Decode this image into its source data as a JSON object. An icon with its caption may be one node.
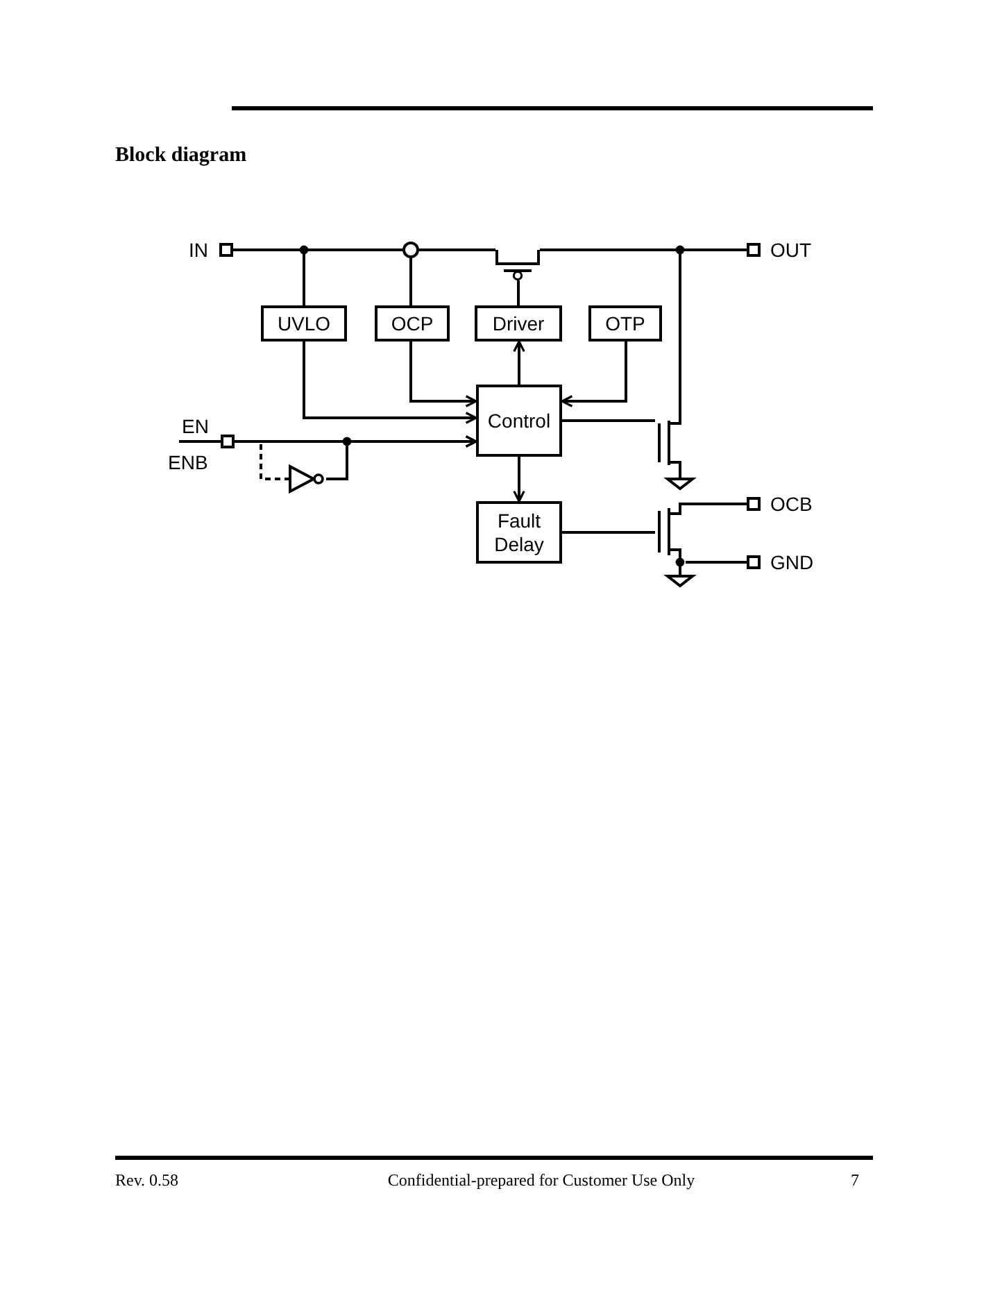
{
  "diagram": {
    "title": "Block diagram",
    "nodes": [
      {
        "text": [],
        "shape": "box",
        "beside": [
          "IN"
        ]
      },
      {
        "text": [],
        "shape": "transistor"
      },
      {
        "text": [],
        "shape": "box",
        "beside": [
          "OUT"
        ]
      },
      {
        "text": [
          "UVLO"
        ]
      },
      {
        "text": [
          "OCP"
        ]
      },
      {
        "text": [
          "Driver"
        ]
      },
      {
        "text": [
          "OTP"
        ]
      },
      {
        "text": [
          "Control"
        ]
      },
      {
        "text": [],
        "shape": "box",
        "beside": [
          "EN",
          "ENB"
        ]
      },
      {
        "text": [],
        "shape": "transistor"
      },
      {
        "text": [],
        "shape": "triangle"
      },
      {
        "text": [
          "Fault Delay"
        ]
      },
      {
        "text": [],
        "shape": "box",
        "beside": [
          "OCB"
        ]
      },
      {
        "text": [],
        "shape": "transistor"
      },
      {
        "text": [],
        "shape": "box",
        "beside": [
          "GND"
        ]
      }
    ],
    "edges": [
      {
        "from": 0,
        "to": 1,
        "arrow": "none"
      },
      {
        "from": 1,
        "to": 2,
        "arrow": "none"
      },
      {
        "from": 0,
        "to": 3,
        "arrow": "none"
      },
      {
        "from": 0,
        "to": 4,
        "arrow": "none"
      },
      {
        "from": 3,
        "to": 7,
        "arrow": "to"
      },
      {
        "from": 4,
        "to": 7,
        "arrow": "to"
      },
      {
        "from": 6,
        "to": 7,
        "arrow": "to"
      },
      {
        "from": 7,
        "to": 5,
        "arrow": "to"
      },
      {
        "from": 5,
        "to": 1,
        "arrow": "none"
      },
      {
        "from": 2,
        "to": 9,
        "arrow": "none"
      },
      {
        "from": 7,
        "to": 9,
        "arrow": "none"
      },
      {
        "from": 8,
        "to": 7,
        "arrow": "to"
      },
      {
        "from": 8,
        "to": 10,
        "arrow": "none",
        "style": "dashed"
      },
      {
        "from": 10,
        "to": 7,
        "arrow": "to"
      },
      {
        "from": 7,
        "to": 11,
        "arrow": "to"
      },
      {
        "from": 11,
        "to": 13,
        "arrow": "none"
      },
      {
        "from": 13,
        "to": 12,
        "arrow": "none"
      },
      {
        "from": 13,
        "to": 14,
        "arrow": "none"
      }
    ],
    "labels": [
      "Rev. 0.58",
      "Confidential-prepared for Customer Use Only",
      "7"
    ]
  }
}
